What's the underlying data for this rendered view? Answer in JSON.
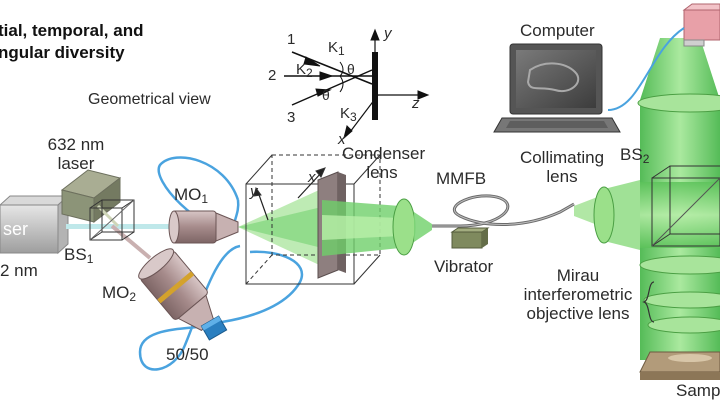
{
  "title": {
    "line1": "tial, temporal, and",
    "line2": "ngular diversity"
  },
  "views": {
    "geometrical": "Geometrical view"
  },
  "labels": {
    "laser_632_line1": "632 nm",
    "laser_632_line2": "laser",
    "laser_left": "ser",
    "laser_left_wavelength": "2 nm",
    "bs1": "BS",
    "bs1_sub": "1",
    "mo1": "MO",
    "mo1_sub": "1",
    "mo2": "MO",
    "mo2_sub": "2",
    "coupler": "50/50",
    "condenser_line1": "Condenser",
    "condenser_line2": "lens",
    "mmfb": "MMFB",
    "vibrator": "Vibrator",
    "collimating_line1": "Collimating",
    "collimating_line2": "lens",
    "bs2": "BS",
    "bs2_sub": "2",
    "computer": "Computer",
    "mirau_line1": "Mirau",
    "mirau_line2": "interferometric",
    "mirau_line3": "objective lens",
    "sample": "Samp"
  },
  "inset": {
    "axis_y": "y",
    "axis_z": "z",
    "axis_x": "x",
    "beam1": "1",
    "beam2": "2",
    "beam3": "3",
    "k1": "K",
    "k1_sub": "1",
    "k2": "K",
    "k2_sub": "2",
    "k3": "K",
    "k3_sub": "3",
    "theta_top": "θ",
    "theta_bottom": "θ"
  },
  "cube_axes": {
    "y": "y",
    "x": "x"
  },
  "colors": {
    "fiber": "#4aa3df",
    "beam_green": "#7fd67a",
    "beam_green_dark": "#3fae45",
    "lens_green": "#9be08a",
    "objective_body": "#b9a3a3",
    "objective_band": "#d4a22c",
    "laser_632": "#8c9478",
    "coupler": "#2a7fc0",
    "camera": "#e8a0a8"
  }
}
